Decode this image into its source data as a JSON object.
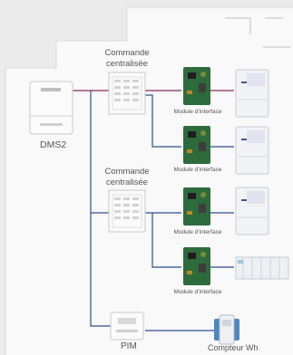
{
  "labels": {
    "dms2": "DMS2",
    "central_control_1": "Commande centralisée",
    "central_control_2": "Commande centralisée",
    "interface_module": "Module d'interface",
    "pim": "PIM",
    "watt_meter": "Compteur Wh"
  },
  "colors": {
    "background": "#ebebeb",
    "panel": "#f9f9f9",
    "line_purple": "#8b2a5e",
    "line_blue": "#2d4f8f",
    "module_green": "#2e6b3c"
  },
  "icons": {
    "dms2": "dms2-unit-icon",
    "central_control": "central-controller-icon",
    "interface_module": "circuit-board-icon",
    "outdoor_unit": "outdoor-unit-icon",
    "pim": "pim-device-icon",
    "watt_meter": "watt-meter-icon"
  }
}
